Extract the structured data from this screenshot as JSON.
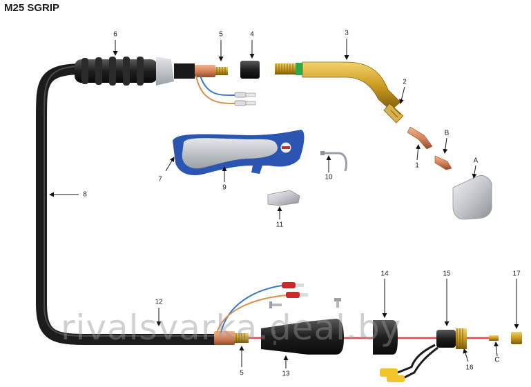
{
  "title": "M25 SGRIP",
  "watermark": "rivalsvarka.deal.by",
  "labels": {
    "l1": "1",
    "l2": "2",
    "l3": "3",
    "l4": "4",
    "l5_top": "5",
    "l5_bottom": "5",
    "l6": "6",
    "l7": "7",
    "l8": "8",
    "l9": "9",
    "l10": "10",
    "l11": "11",
    "l12": "12",
    "l13": "13",
    "l14": "14",
    "l15": "15",
    "l16": "16",
    "l17": "17",
    "lA": "A",
    "lB": "B",
    "lC": "C"
  },
  "colors": {
    "cable": "#1c1c1c",
    "brass": "#c9a227",
    "copper": "#d7845a",
    "handle_blue": "#2a55b0",
    "handle_grey": "#bfc3c8",
    "liner_red": "#e8444a",
    "wire_blue": "#3b78c8",
    "wire_orange": "#d9904a",
    "nozzle_silver": "#c9ccd0"
  }
}
